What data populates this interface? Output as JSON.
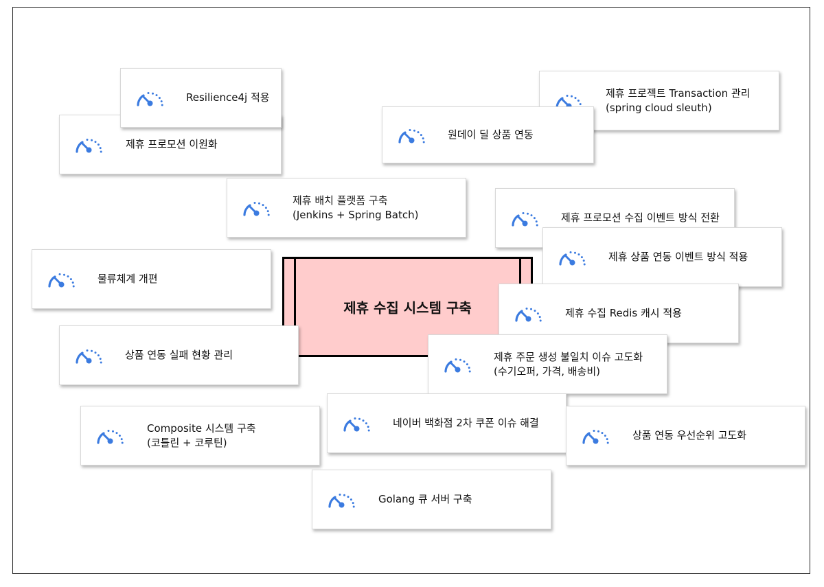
{
  "center": {
    "title": "제휴 수집 시스템 구축"
  },
  "colors": {
    "center_fill": "#ffcccc",
    "icon": "#3b7be0",
    "border": "#000000"
  },
  "icon_name": "speedometer-icon",
  "cards": [
    {
      "id": "card-resilience4j",
      "label": "Resilience4j 적용"
    },
    {
      "id": "card-promotion-dual",
      "label": "제휴 프로모션 이원화"
    },
    {
      "id": "card-oneday-deal",
      "label": "원데이 딜 상품 연동"
    },
    {
      "id": "card-transaction",
      "label": "제휴 프로젝트 Transaction 관리\n(spring cloud sleuth)"
    },
    {
      "id": "card-batch-platform",
      "label": "제휴 배치 플랫폼 구축\n(Jenkins + Spring Batch)"
    },
    {
      "id": "card-promotion-event",
      "label": "제휴 프로모션 수집 이벤트 방식 전환"
    },
    {
      "id": "card-product-event",
      "label": "제휴 상품 연동 이벤트 방식 적용"
    },
    {
      "id": "card-logistics",
      "label": "물류체계 개편"
    },
    {
      "id": "card-redis-cache",
      "label": "제휴 수집 Redis 캐시 적용"
    },
    {
      "id": "card-sync-failure",
      "label": "상품 연동 실패 현황 관리"
    },
    {
      "id": "card-order-mismatch",
      "label": "제휴 주문 생성 불일치 이슈 고도화\n(수기오퍼, 가격, 배송비)"
    },
    {
      "id": "card-composite",
      "label": "Composite 시스템 구축\n(코틀린 + 코루틴)"
    },
    {
      "id": "card-naver-coupon",
      "label": "네이버 백화점 2차 쿠폰 이슈 해결"
    },
    {
      "id": "card-priority",
      "label": "상품 연동 우선순위 고도화"
    },
    {
      "id": "card-golang-queue",
      "label": "Golang 큐 서버 구축"
    }
  ]
}
